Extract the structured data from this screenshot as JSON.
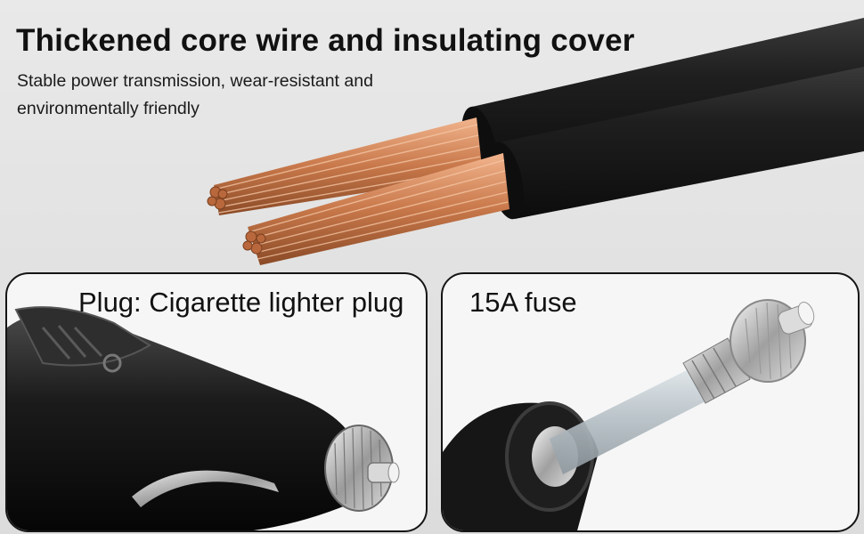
{
  "header": {
    "title": "Thickened core wire and insulating cover",
    "subtitle_line1": "Stable power transmission, wear-resistant and",
    "subtitle_line2": "environmentally friendly"
  },
  "panels": {
    "plug": {
      "label": "Plug: Cigarette lighter plug"
    },
    "fuse": {
      "label": "15A fuse"
    }
  },
  "colors": {
    "copper": "#c8784a",
    "insulation": "#1c1c1c",
    "border": "#151515"
  }
}
